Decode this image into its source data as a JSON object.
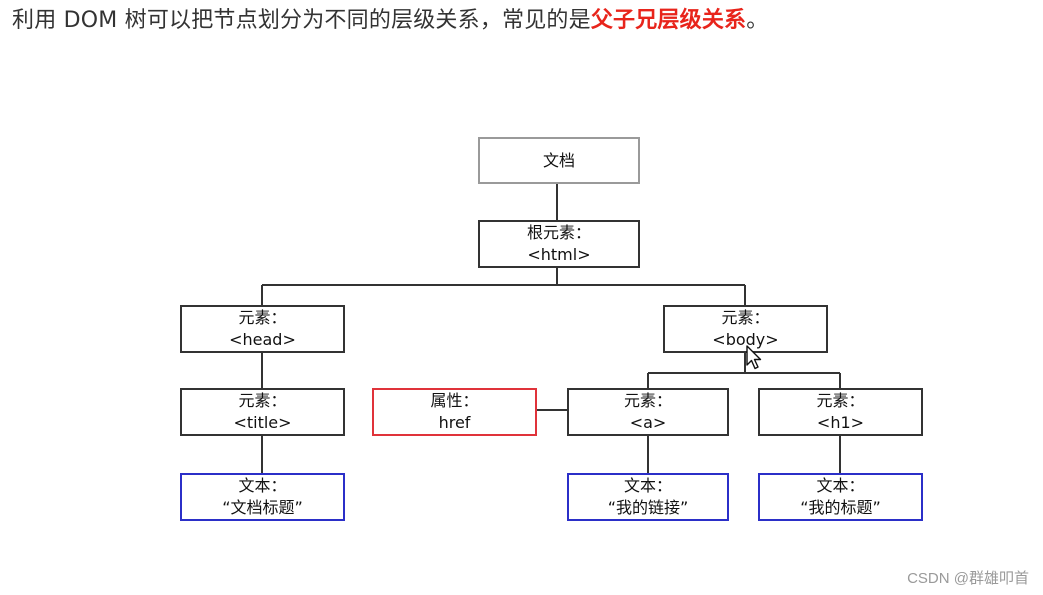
{
  "heading": {
    "prefix": "利用 DOM 树可以把节点划分为不同的层级关系，常见的是",
    "highlight": "父子兄层级关系",
    "suffix": "。"
  },
  "nodes": {
    "document": {
      "label": "文档"
    },
    "root": {
      "label": "根元素：",
      "tag": "<html>"
    },
    "head": {
      "label": "元素：",
      "tag": "<head>"
    },
    "body": {
      "label": "元素：",
      "tag": "<body>"
    },
    "title": {
      "label": "元素：",
      "tag": "<title>"
    },
    "attr_href": {
      "label": "属性：",
      "value": "href"
    },
    "a": {
      "label": "元素：",
      "tag": "<a>"
    },
    "h1": {
      "label": "元素：",
      "tag": "<h1>"
    },
    "text_title": {
      "label": "文本：",
      "value": "“文档标题”"
    },
    "text_link": {
      "label": "文本：",
      "value": "“我的链接”"
    },
    "text_h1": {
      "label": "文本：",
      "value": "“我的标题”"
    }
  },
  "colors": {
    "highlight": "#e8241b",
    "element_border": "#333333",
    "document_border": "#9a9a9a",
    "attribute_border": "#e0333a",
    "text_border": "#2b2fc8"
  },
  "watermark": "CSDN @群雄叩首"
}
